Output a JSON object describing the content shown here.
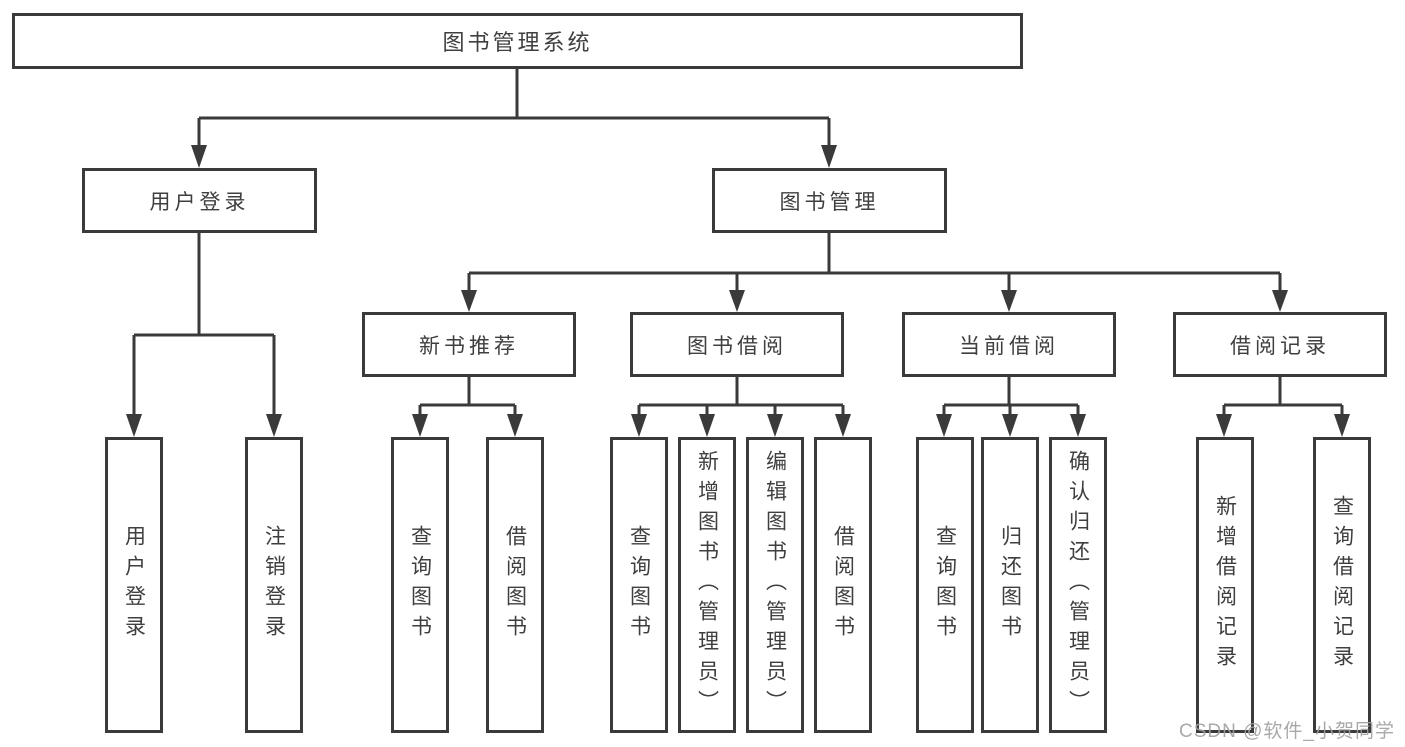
{
  "tree": {
    "root": {
      "label": "图书管理系统"
    },
    "branches": [
      {
        "label": "用户登录",
        "children": [
          {
            "label": "用户登录"
          },
          {
            "label": "注销登录"
          }
        ]
      },
      {
        "label": "图书管理",
        "sections": [
          {
            "label": "新书推荐",
            "children": [
              {
                "label": "查询图书"
              },
              {
                "label": "借阅图书"
              }
            ]
          },
          {
            "label": "图书借阅",
            "children": [
              {
                "label": "查询图书"
              },
              {
                "label": "新增图书（管理员）"
              },
              {
                "label": "编辑图书（管理员）"
              },
              {
                "label": "借阅图书"
              }
            ]
          },
          {
            "label": "当前借阅",
            "children": [
              {
                "label": "查询图书"
              },
              {
                "label": "归还图书"
              },
              {
                "label": "确认归还（管理员）"
              }
            ]
          },
          {
            "label": "借阅记录",
            "children": [
              {
                "label": "新增借阅记录"
              },
              {
                "label": "查询借阅记录"
              }
            ]
          }
        ]
      }
    ]
  },
  "watermark": {
    "text": "CSDN @软件_小贺同学"
  },
  "colors": {
    "line": "#3a3a3a",
    "box_border": "#3a3a3a",
    "text": "#3f3f3f",
    "watermark": "#a0a0a0",
    "background": "#ffffff"
  }
}
